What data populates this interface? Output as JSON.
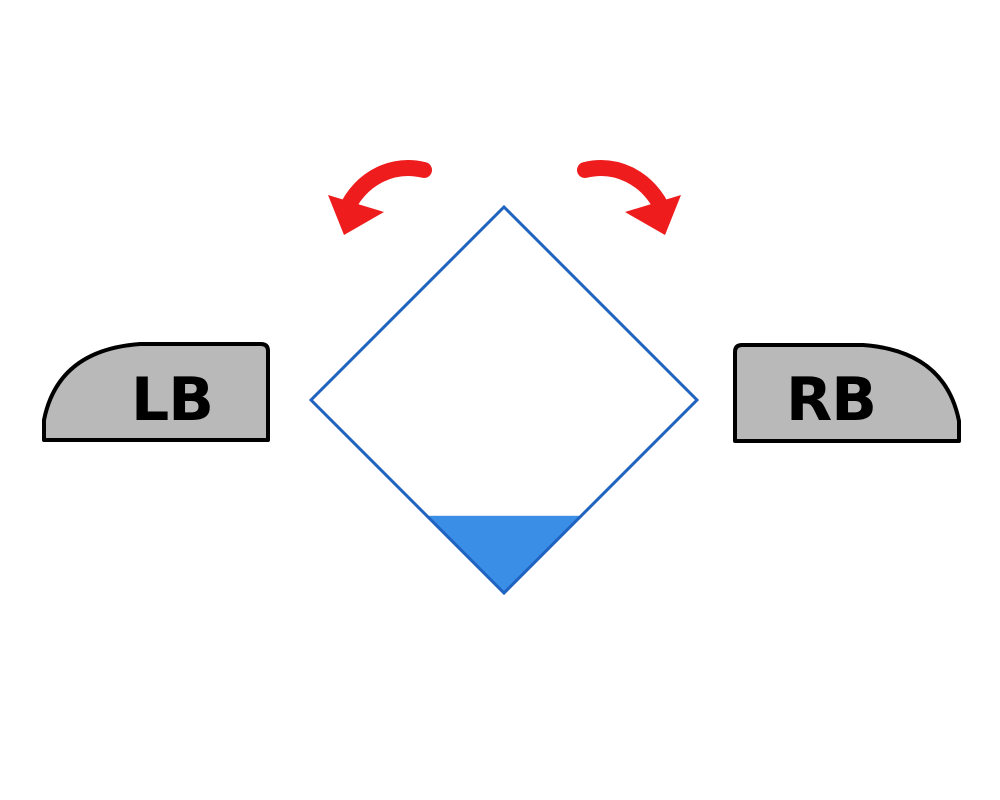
{
  "controls": {
    "left_button": {
      "label": "LB",
      "fill": "#b9b9b9",
      "stroke": "#000000"
    },
    "right_button": {
      "label": "RB",
      "fill": "#b9b9b9",
      "stroke": "#000000"
    }
  },
  "rotation_arrows": {
    "left": {
      "icon": "rotate-counterclockwise-arrow",
      "color": "#ee1c1c"
    },
    "right": {
      "icon": "rotate-clockwise-arrow",
      "color": "#ee1c1c"
    }
  },
  "container": {
    "shape": "diamond",
    "outline_color": "#1f63bf",
    "water_color": "#3a8ee6",
    "water_level": 0.2
  }
}
